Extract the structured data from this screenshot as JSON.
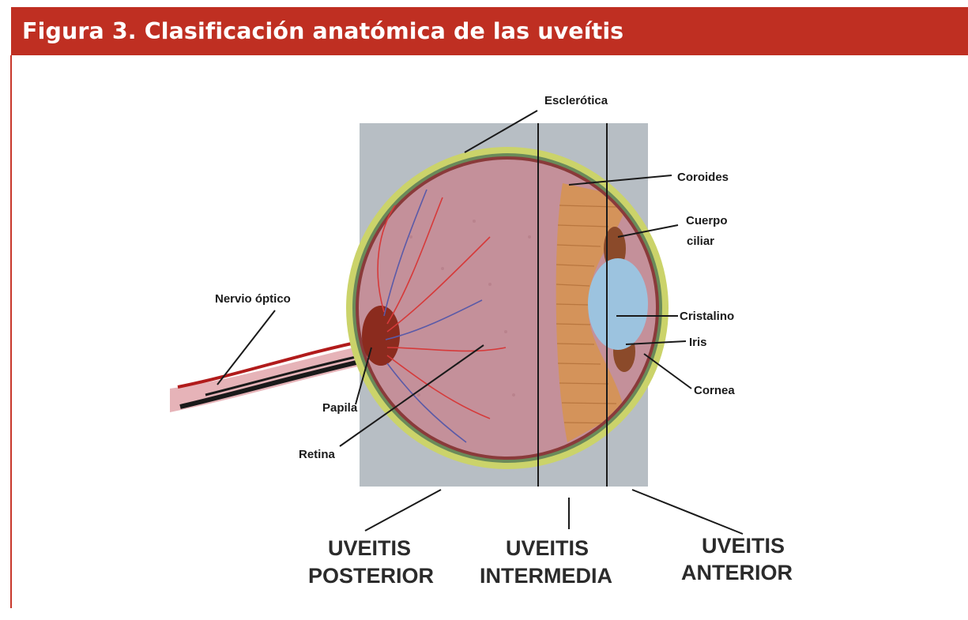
{
  "title": "Figura 3. Clasificación anatómica de las uveítis",
  "labels": {
    "esclerotica": "Esclerótica",
    "coroides": "Coroides",
    "cuerpo_ciliar_1": "Cuerpo",
    "cuerpo_ciliar_2": "ciliar",
    "cristalino": "Cristalino",
    "iris": "Iris",
    "cornea": "Cornea",
    "nervio_optico": "Nervio óptico",
    "papila": "Papila",
    "retina": "Retina"
  },
  "zones": {
    "posterior_1": "UVEITIS",
    "posterior_2": "POSTERIOR",
    "intermedia_1": "UVEITIS",
    "intermedia_2": "INTERMEDIA",
    "anterior_1": "UVEITIS",
    "anterior_2": "ANTERIOR"
  },
  "colors": {
    "header": "#bf2f22",
    "zone_box": "#b7bec4",
    "sclera_rim": "#cbd36a",
    "retina": "#c4909a",
    "choroid": "#8a3a3a",
    "ciliary": "#d4935a",
    "cornea": "#2f7fc0",
    "lens": "#9cc3df"
  }
}
